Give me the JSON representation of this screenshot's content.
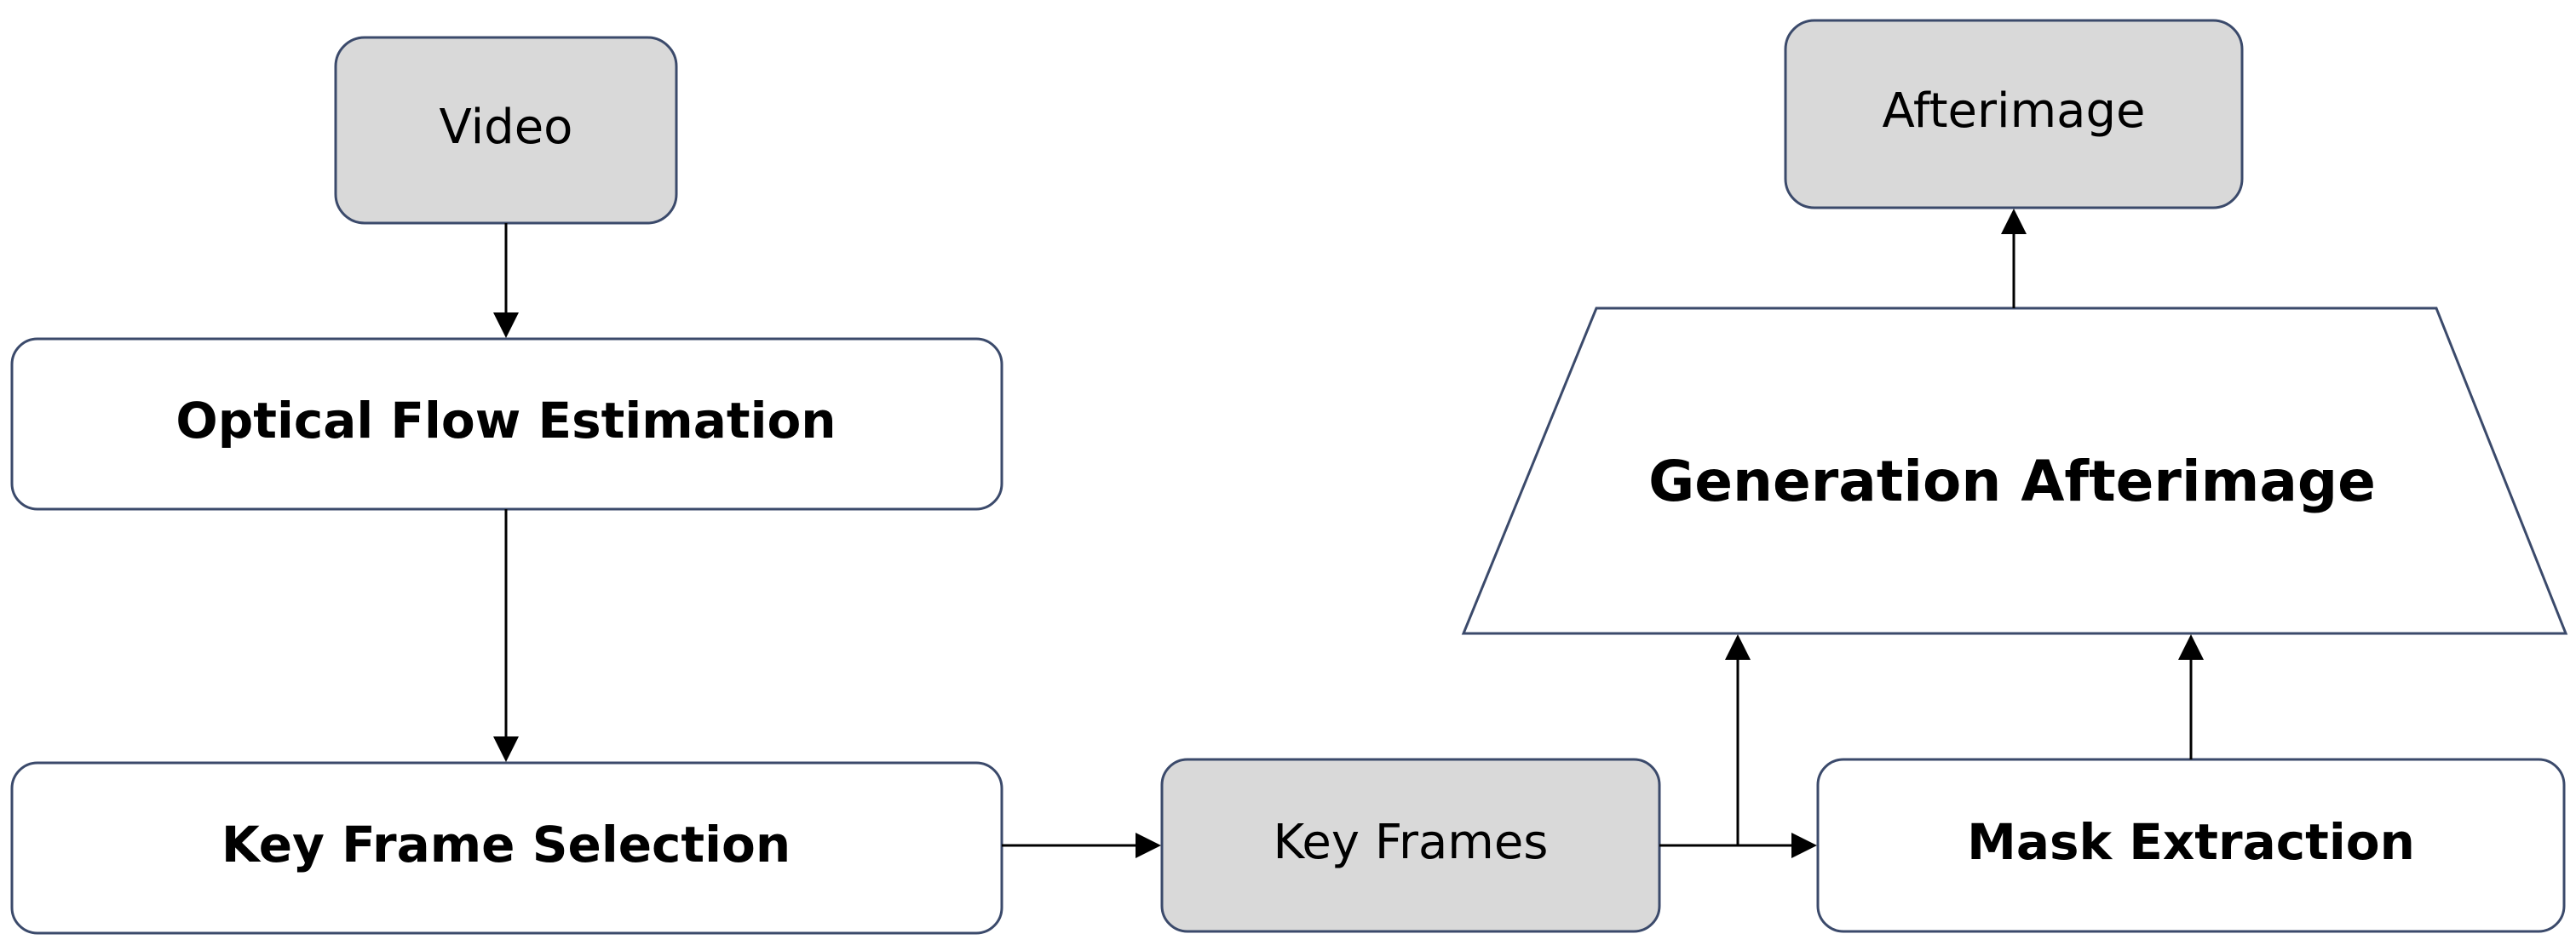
{
  "nodes": {
    "video": "Video",
    "optical_flow": "Optical Flow Estimation",
    "key_frame_selection": "Key Frame Selection",
    "key_frames": "Key Frames",
    "mask_extraction": "Mask Extraction",
    "generation": "Generation Afterimage",
    "afterimage": "Afterimage"
  },
  "colors": {
    "gray_fill": "#d9d9d9",
    "border": "#3b4a6b",
    "arrow": "#000000"
  }
}
